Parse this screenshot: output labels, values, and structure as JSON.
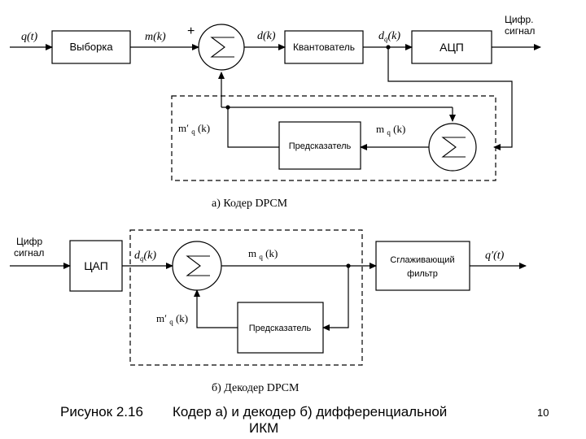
{
  "encoder": {
    "input_signal": "q(t)",
    "sampler": "Выборка",
    "sample_signal": "m(k)",
    "plus_sign": "+",
    "sum_symbol": "∑",
    "diff_signal": "d(k)",
    "quantizer": "Квантователь",
    "quantized_diff": "d_q(k)",
    "adc": "АЦП",
    "output_label": [
      "Цифр.",
      "сигнал"
    ],
    "prediction_signal": "m′_q (k)",
    "predictor": "Предсказатель",
    "reconstructed_signal": "m_q (k)",
    "caption": "а) Кодер DPCM"
  },
  "decoder": {
    "input_label": [
      "Цифр",
      "сигнал"
    ],
    "dac": "ЦАП",
    "input_signal": "d_q(k)",
    "sum_symbol": "∑",
    "reconstructed_signal": "m_q (k)",
    "smoothing_filter": [
      "Сглаживающий",
      "фильтр"
    ],
    "output_signal": "q′(t)",
    "prediction_signal": "m′_q (k)",
    "predictor": "Предсказатель",
    "caption": "б) Декодер DPCM"
  },
  "figure": {
    "number": "Рисунок 2.16",
    "title_line1": "Кодер а) и декодер б) дифференциальной",
    "title_line2": "ИКМ"
  },
  "page_number": "10"
}
